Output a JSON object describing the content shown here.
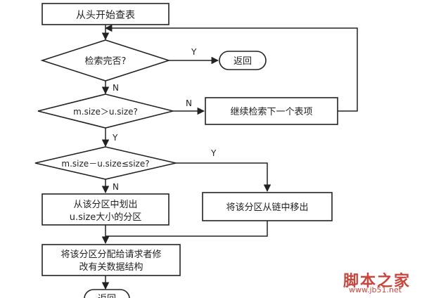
{
  "nodes": {
    "start": "从头开始查表",
    "check_done": "检索完否?",
    "return_top": "返回",
    "cmp_size": "m.size＞u.size?",
    "continue_search": "继续检索下一个表项",
    "cmp_diff": "m.size－u.size≤size?",
    "split_line1": "从该分区中划出",
    "split_line2": "u.size大小的分区",
    "remove": "将该分区从链中移出",
    "assign_line1": "将该分区分配给请求者修",
    "assign_line2": "改有关数据结构",
    "return_bottom": "返回"
  },
  "edges": {
    "y1": "Y",
    "n1": "N",
    "n2": "N",
    "y2": "Y",
    "y3": "Y",
    "n3": "N"
  },
  "watermark": {
    "text": "脚本之家",
    "url": "www.jb51.net",
    "color": "#c8463c"
  }
}
